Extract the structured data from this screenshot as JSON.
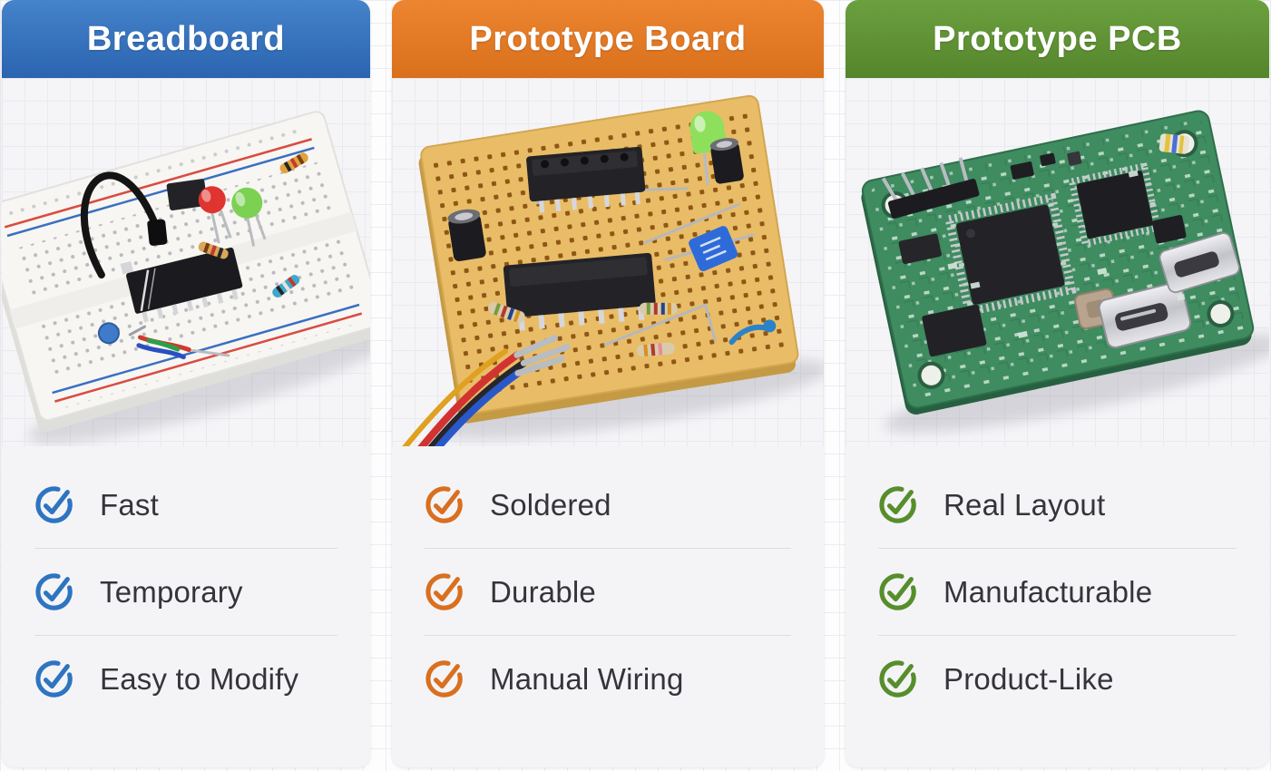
{
  "theme": {
    "page_bg": "#fdfdfe",
    "grid_line": "#ececf2",
    "card_bg": "#f4f4f7",
    "header_text": "#ffffff",
    "text_color": "#35343b",
    "divider_color": "#dcdce3"
  },
  "cards": [
    {
      "id": "breadboard",
      "title": "Breadboard",
      "accent": "#2e74c0",
      "header_gradient_top": "#4583ca",
      "header_gradient_bottom": "#2b64b0",
      "check_icon": "check-circle-icon",
      "photo": "breadboard-photo",
      "features": [
        "Fast",
        "Temporary",
        "Easy to Modify"
      ]
    },
    {
      "id": "prototype-board",
      "title": "Prototype Board",
      "accent": "#d96f1f",
      "header_gradient_top": "#ec8430",
      "header_gradient_bottom": "#d8701c",
      "check_icon": "check-circle-icon",
      "photo": "prototype-board-photo",
      "features": [
        "Soldered",
        "Durable",
        "Manual Wiring"
      ]
    },
    {
      "id": "prototype-pcb",
      "title": "Prototype PCB",
      "accent": "#578e2b",
      "header_gradient_top": "#6ba03e",
      "header_gradient_bottom": "#55852c",
      "check_icon": "check-circle-icon",
      "photo": "prototype-pcb-photo",
      "features": [
        "Real Layout",
        "Manufacturable",
        "Product-Like"
      ]
    }
  ]
}
